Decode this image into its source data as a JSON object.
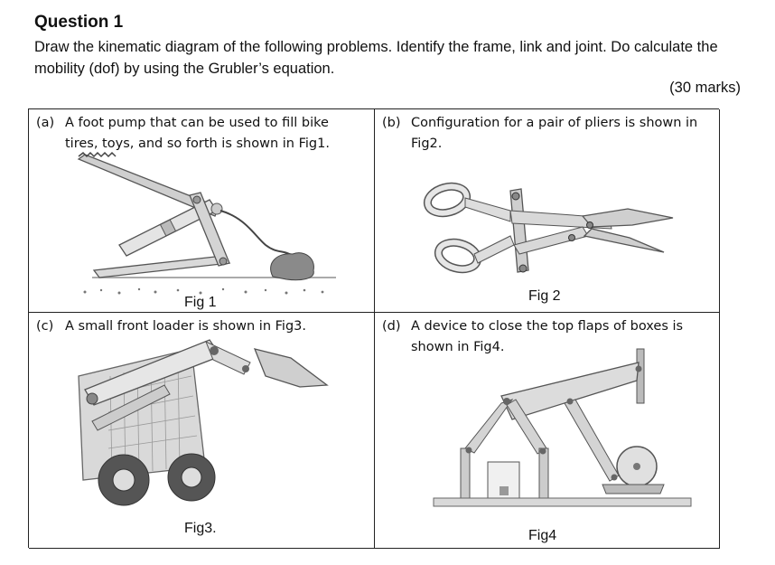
{
  "question": {
    "title": "Question 1",
    "text": "Draw the kinematic diagram of the following problems. Identify the frame, link and joint. Do calculate the mobility (dof) by using the Grubler’s equation.",
    "marks": "(30 marks)"
  },
  "cells": [
    {
      "tag": "(a)",
      "text": "A foot pump that can be used to fill bike tires, toys, and so forth is shown in Fig1.",
      "caption": "Fig 1"
    },
    {
      "tag": "(b)",
      "text": "Configuration for a pair of pliers is shown in Fig2.",
      "caption": "Fig 2"
    },
    {
      "tag": "(c)",
      "text": "A small front loader is shown in Fig3.",
      "caption": "Fig3."
    },
    {
      "tag": "(d)",
      "text": "A device to close the top flaps of boxes is shown in Fig4.",
      "caption": "Fig4"
    }
  ]
}
